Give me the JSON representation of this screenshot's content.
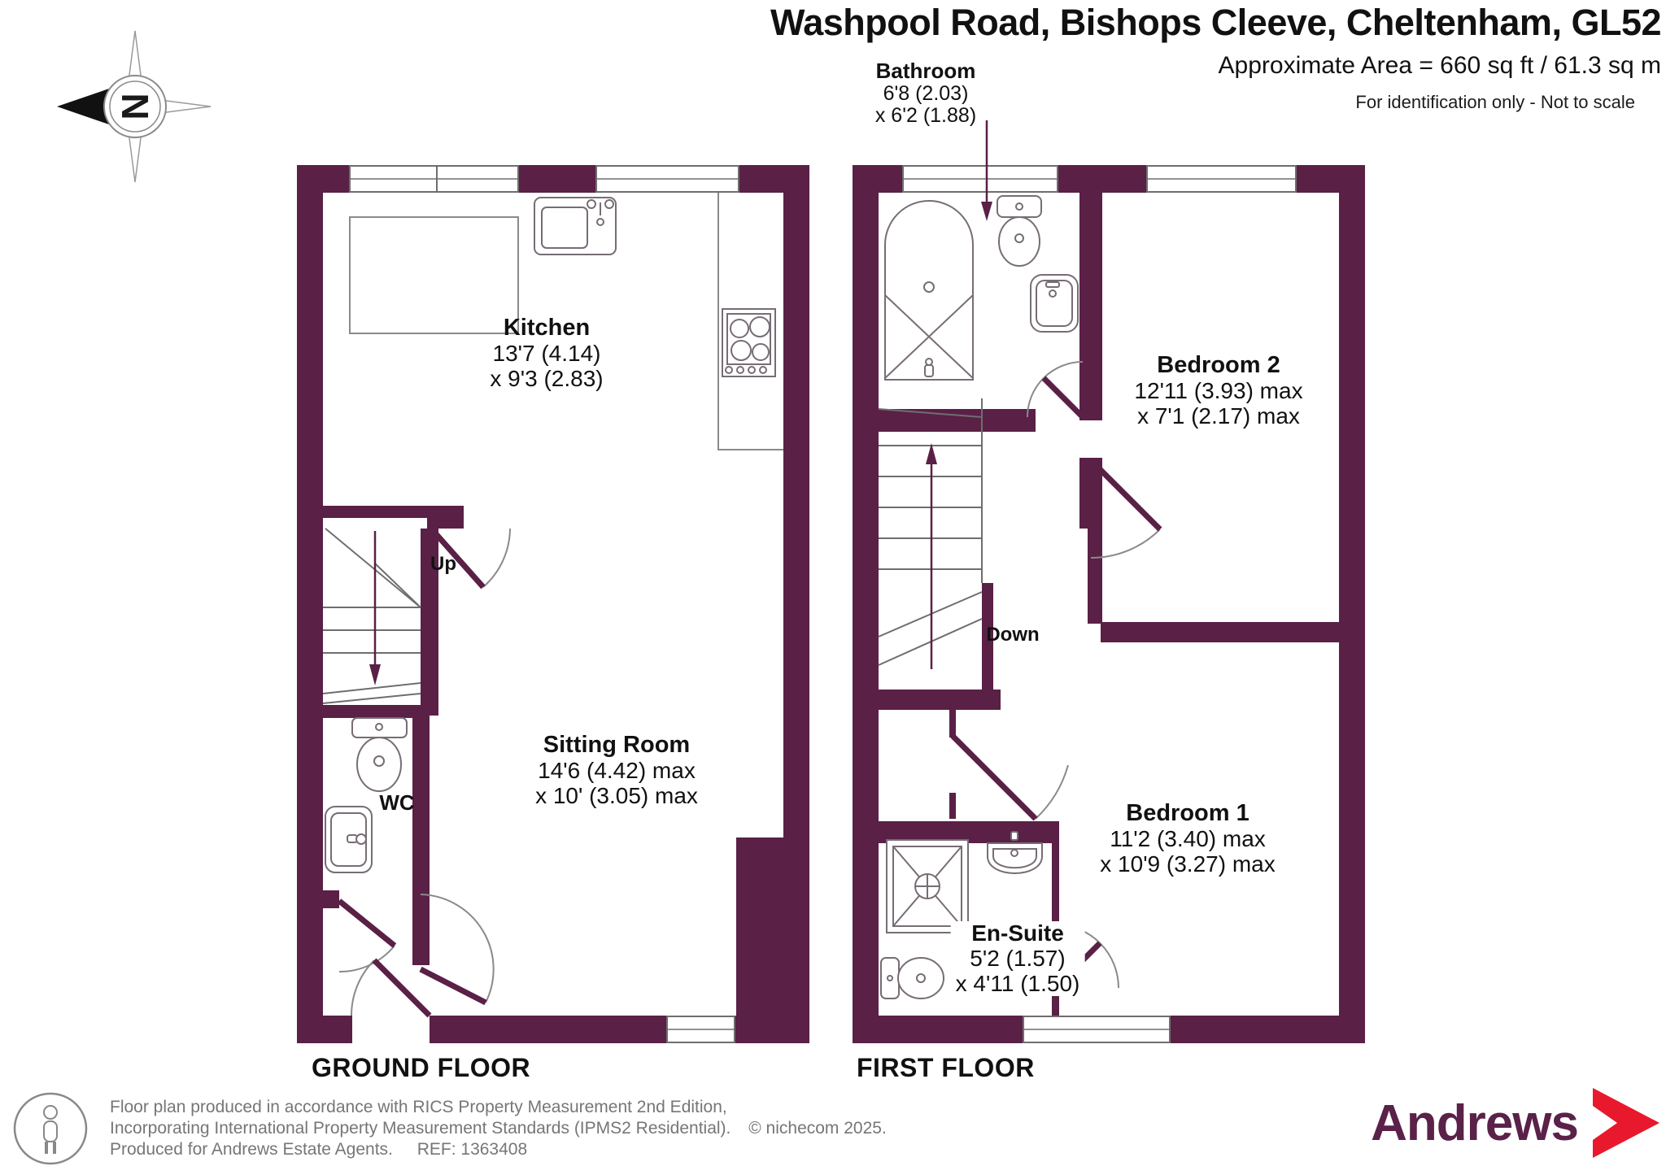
{
  "header": {
    "title": "Washpool Road, Bishops Cleeve, Cheltenham, GL52",
    "area_line": "Approximate Area = 660 sq ft / 61.3 sq m",
    "disclaimer": "For identification only - Not to scale"
  },
  "compass": {
    "letter": "N"
  },
  "ground_floor": {
    "name": "GROUND FLOOR",
    "stair_label": "Up",
    "rooms": [
      {
        "name": "Kitchen",
        "dim1": "13'7 (4.14)",
        "dim2": "x 9'3 (2.83)"
      },
      {
        "name": "Sitting Room",
        "dim1": "14'6 (4.42) max",
        "dim2": "x 10' (3.05) max"
      },
      {
        "name": "WC"
      }
    ]
  },
  "first_floor": {
    "name": "FIRST FLOOR",
    "stair_label": "Down",
    "rooms": [
      {
        "name": "Bathroom",
        "dim1": "6'8 (2.03)",
        "dim2": "x 6'2 (1.88)"
      },
      {
        "name": "Bedroom 2",
        "dim1": "12'11 (3.93) max",
        "dim2": "x 7'1 (2.17) max"
      },
      {
        "name": "Bedroom 1",
        "dim1": "11'2 (3.40) max",
        "dim2": "x 10'9 (3.27) max"
      },
      {
        "name": "En-Suite",
        "dim1": "5'2 (1.57)",
        "dim2": "x 4'11 (1.50)"
      }
    ]
  },
  "footer": {
    "line1": "Floor plan produced in accordance with RICS Property Measurement 2nd Edition,",
    "line2": "Incorporating International Property Measurement Standards (IPMS2 Residential).",
    "copyright": "© nichecom 2025.",
    "line3": "Produced for Andrews Estate Agents.",
    "ref": "REF: 1363408"
  },
  "brand": {
    "name": "Andrews"
  },
  "colors": {
    "wall_purple": "#5a2046",
    "brand_purple": "#5a2149",
    "brand_red": "#e8192c",
    "line_gray": "#8a8a8a",
    "footer_gray": "#767676"
  }
}
